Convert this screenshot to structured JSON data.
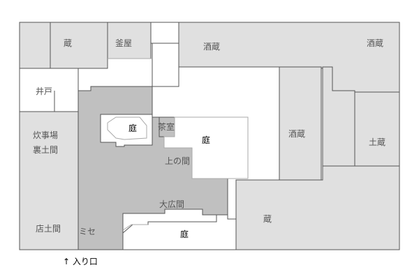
{
  "colors": {
    "room_fill": "#e0e0e0",
    "main_house_fill": "#c0c0c0",
    "garden_fill": "#ffffff",
    "wall_stroke": "#555555",
    "inner_line": "#aaaaaa",
    "room_label": "#555555",
    "garden_label": "#000000"
  },
  "labels": {
    "kura_top": "蔵",
    "kamaya": "釜屋",
    "sakagura_top": "酒蔵",
    "sakagura_top_right": "酒蔵",
    "ido": "井戸",
    "suijiba_line1": "炊事場",
    "suijiba_line2": "裏土間",
    "mise_doma": "店土間",
    "mise": "ミセ",
    "niwa_inner": "庭",
    "chashitsu": "茶室",
    "niwa_center": "庭",
    "kami_no_ma": "上の間",
    "sakagura_mid": "酒蔵",
    "dozo": "土蔵",
    "hiroma": "大広間",
    "kura_bottom": "蔵",
    "niwa_bottom": "庭",
    "entrance": "↑ 入り口"
  }
}
